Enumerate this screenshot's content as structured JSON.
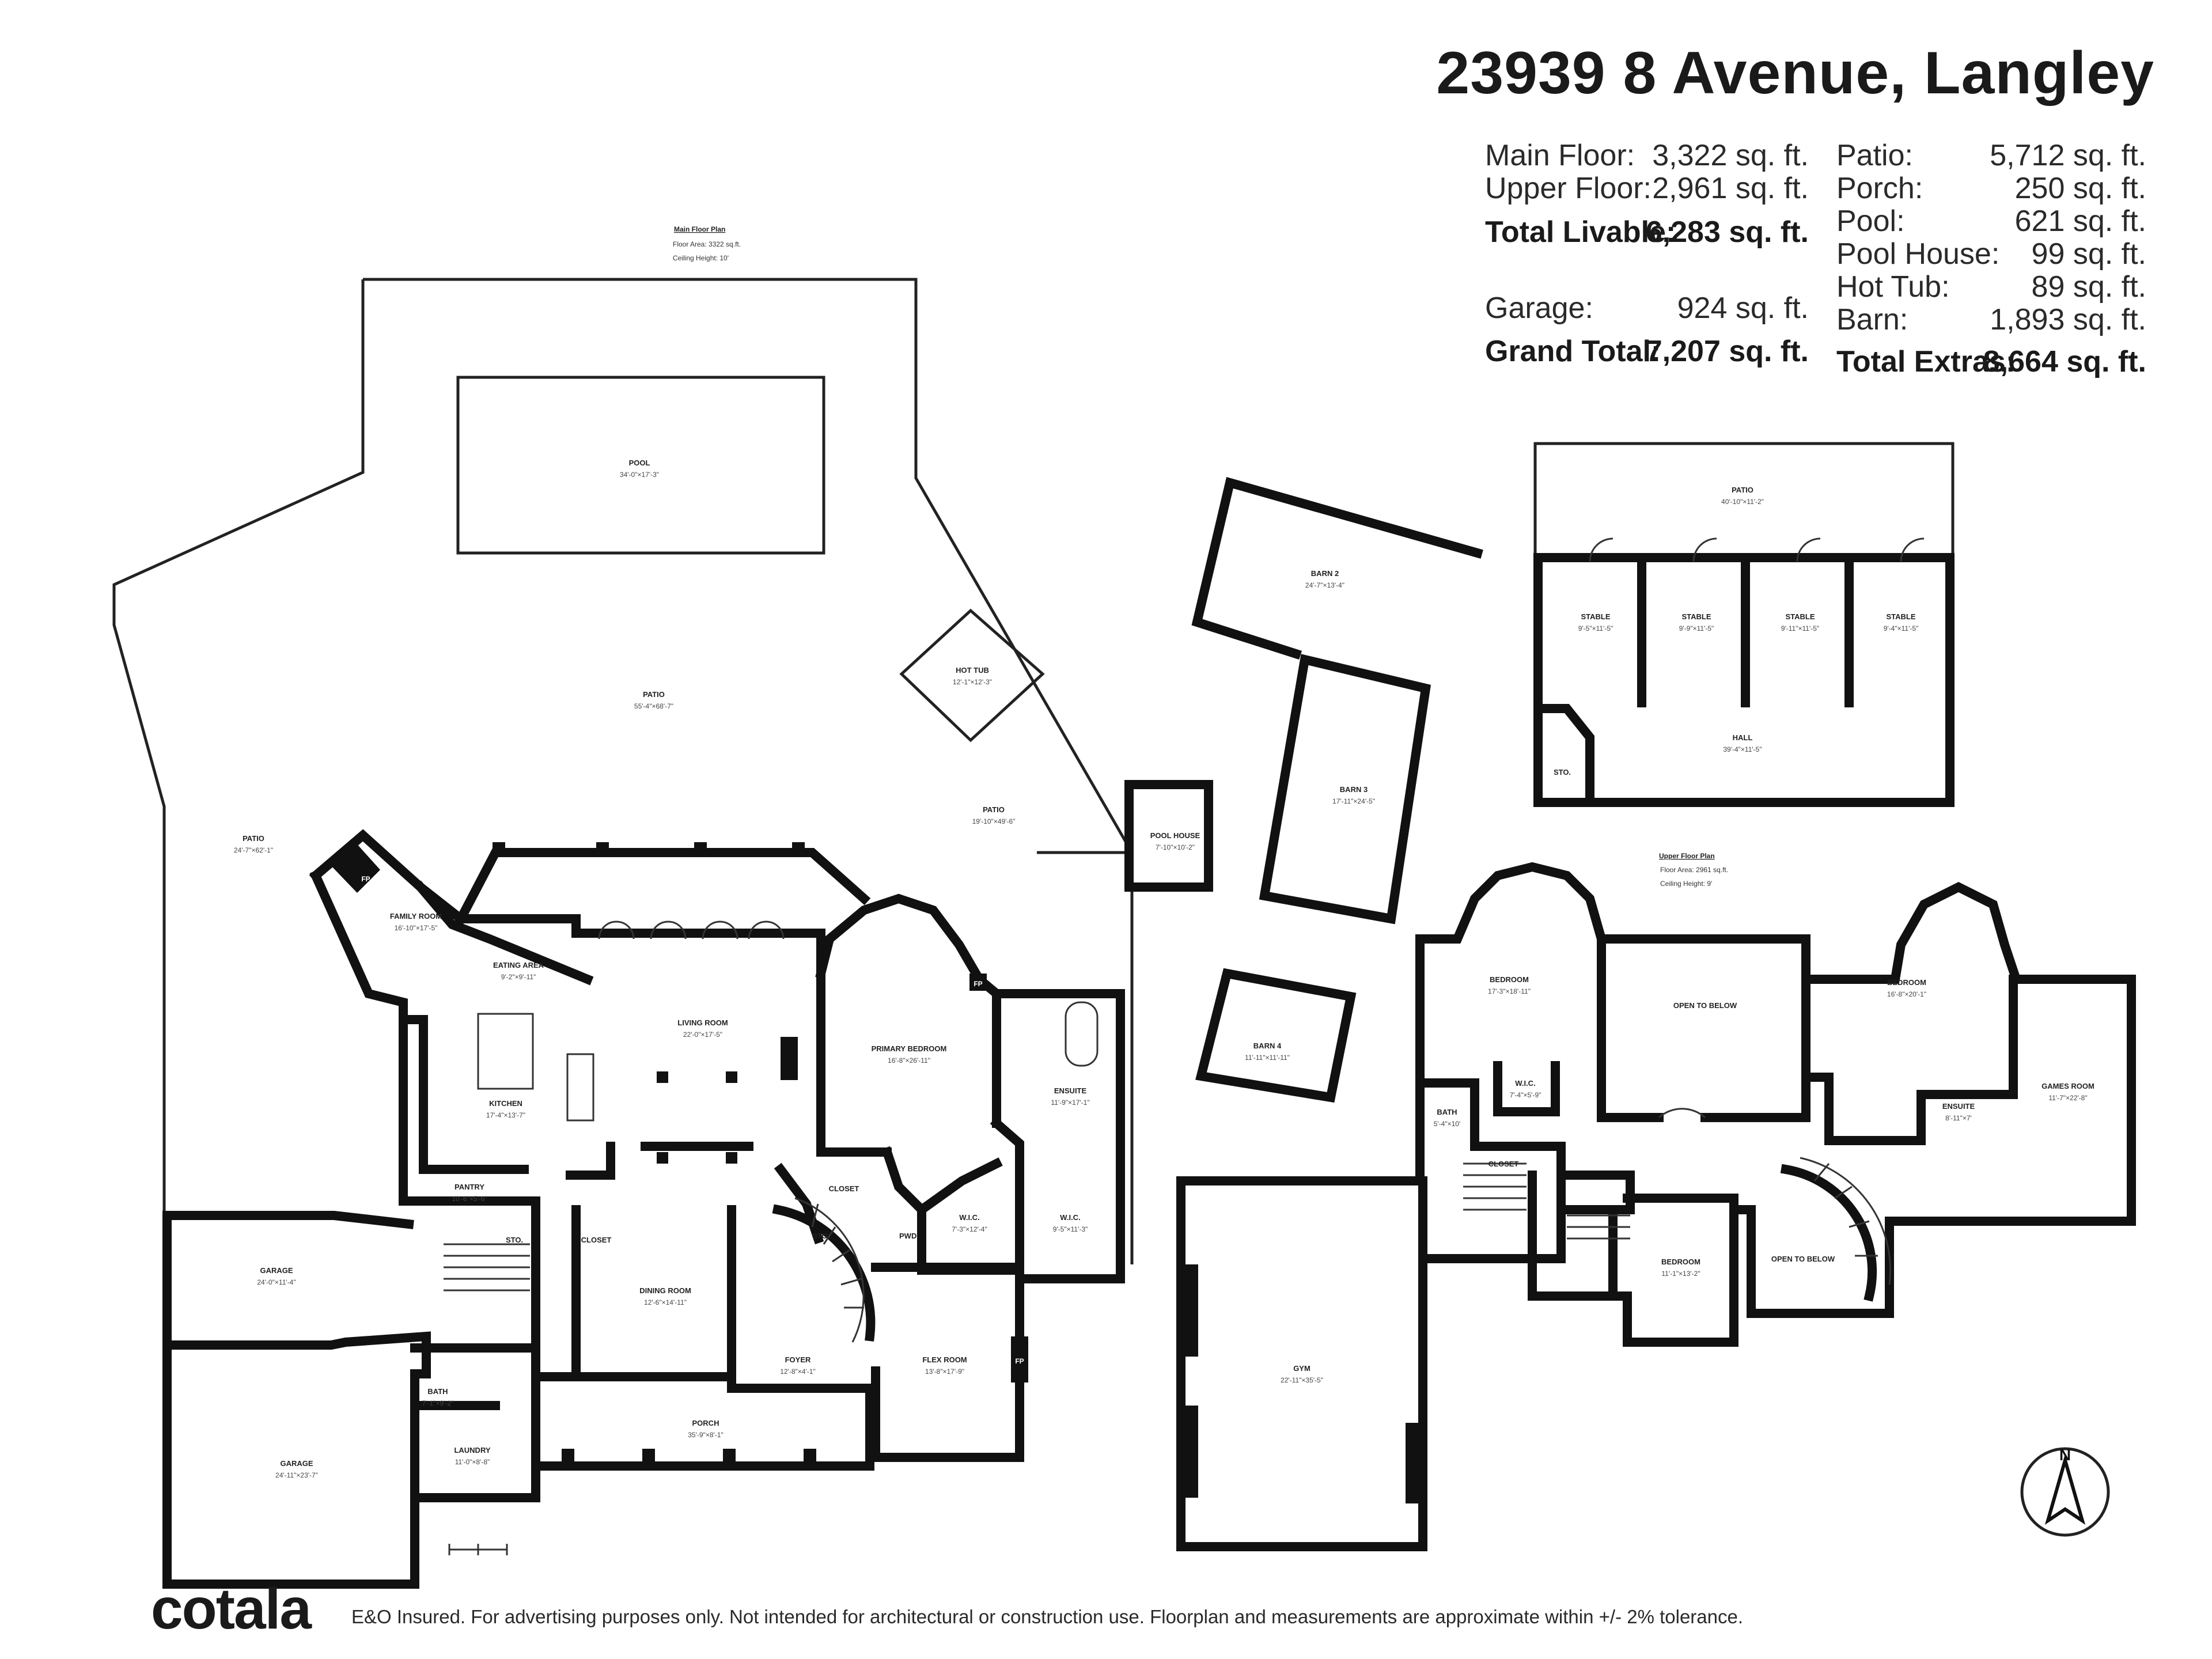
{
  "header": {
    "address": "23939 8 Avenue, Langley"
  },
  "areas": {
    "main_floor": {
      "label": "Main Floor:",
      "value": "3,322 sq. ft."
    },
    "upper_floor": {
      "label": "Upper Floor:",
      "value": "2,961 sq. ft."
    },
    "total_livable": {
      "label": "Total Livable:",
      "value": "6,283 sq. ft."
    },
    "garage": {
      "label": "Garage:",
      "value": "924 sq. ft."
    },
    "grand_total": {
      "label": "Grand Total:",
      "value": "7,207 sq. ft."
    },
    "patio": {
      "label": "Patio:",
      "value": "5,712 sq. ft."
    },
    "porch": {
      "label": "Porch:",
      "value": "250 sq. ft."
    },
    "pool": {
      "label": "Pool:",
      "value": "621 sq. ft."
    },
    "pool_house": {
      "label": "Pool House:",
      "value": "99 sq. ft."
    },
    "hot_tub": {
      "label": "Hot Tub:",
      "value": "89 sq. ft."
    },
    "barn": {
      "label": "Barn:",
      "value": "1,893 sq. ft."
    },
    "total_extras": {
      "label": "Total Extras:",
      "value": "8,664 sq. ft."
    }
  },
  "main_floor_plan": {
    "title": "Main Floor Plan",
    "floor_area": "Floor Area: 3322 sq.ft.",
    "ceiling_height": "Ceiling Height: 10'"
  },
  "upper_floor_plan": {
    "title": "Upper Floor Plan",
    "floor_area": "Floor Area: 2961 sq.ft.",
    "ceiling_height": "Ceiling Height: 9'"
  },
  "rooms": {
    "pool": {
      "name": "POOL",
      "dim": "34'-0\"×17'-3\""
    },
    "patio_main": {
      "name": "PATIO",
      "dim": "55'-4\"×68'-7\""
    },
    "hot_tub": {
      "name": "HOT TUB",
      "dim": "12'-1\"×12'-3\""
    },
    "patio_left": {
      "name": "PATIO",
      "dim": "24'-7\"×62'-1\""
    },
    "patio_right": {
      "name": "PATIO",
      "dim": "19'-10\"×49'-6\""
    },
    "pool_house": {
      "name": "POOL HOUSE",
      "dim": "7'-10\"×10'-2\""
    },
    "family_room": {
      "name": "FAMILY ROOM",
      "dim": "16'-10\"×17'-5\""
    },
    "eating_area": {
      "name": "EATING AREA",
      "dim": "9'-2\"×9'-11\""
    },
    "living_room": {
      "name": "LIVING ROOM",
      "dim": "22'-0\"×17'-5\""
    },
    "kitchen": {
      "name": "KITCHEN",
      "dim": "17'-4\"×13'-7\""
    },
    "primary_bedroom": {
      "name": "PRIMARY BEDROOM",
      "dim": "16'-8\"×26'-11\""
    },
    "ensuite_main": {
      "name": "ENSUITE",
      "dim": "11'-9\"×17'-1\""
    },
    "pantry": {
      "name": "PANTRY",
      "dim": "10'-6\"×5'-6\""
    },
    "sto_main": {
      "name": "STO.",
      "dim": ""
    },
    "closet_a": {
      "name": "CLOSET",
      "dim": ""
    },
    "closet_b": {
      "name": "CLOSET",
      "dim": ""
    },
    "pwd": {
      "name": "PWD.",
      "dim": ""
    },
    "wic_a": {
      "name": "W.I.C.",
      "dim": "7'-3\"×12'-4\""
    },
    "wic_b": {
      "name": "W.I.C.",
      "dim": "9'-5\"×11'-3\""
    },
    "garage_upper": {
      "name": "GARAGE",
      "dim": "24'-0\"×11'-4\""
    },
    "garage_lower": {
      "name": "GARAGE",
      "dim": "24'-11\"×23'-7\""
    },
    "dining_room": {
      "name": "DINING ROOM",
      "dim": "12'-6\"×14'-11\""
    },
    "sto_stair": {
      "name": "STO.",
      "dim": ""
    },
    "foyer": {
      "name": "FOYER",
      "dim": "12'-8\"×4'-1\""
    },
    "flex_room": {
      "name": "FLEX ROOM",
      "dim": "13'-8\"×17'-9\""
    },
    "bath_main": {
      "name": "BATH",
      "dim": "7'-1\"×9'-2\""
    },
    "laundry": {
      "name": "LAUNDRY",
      "dim": "11'-0\"×8'-8\""
    },
    "porch": {
      "name": "PORCH",
      "dim": "35'-9\"×8'-1\""
    },
    "barn2": {
      "name": "BARN 2",
      "dim": "24'-7\"×13'-4\""
    },
    "barn3": {
      "name": "BARN 3",
      "dim": "17'-11\"×24'-5\""
    },
    "barn4": {
      "name": "BARN 4",
      "dim": "11'-11\"×11'-11\""
    },
    "patio_barn": {
      "name": "PATIO",
      "dim": "40'-10\"×11'-2\""
    },
    "stable1": {
      "name": "STABLE",
      "dim": "9'-5\"×11'-5\""
    },
    "stable2": {
      "name": "STABLE",
      "dim": "9'-9\"×11'-5\""
    },
    "stable3": {
      "name": "STABLE",
      "dim": "9'-11\"×11'-5\""
    },
    "stable4": {
      "name": "STABLE",
      "dim": "9'-4\"×11'-5\""
    },
    "hall": {
      "name": "HALL",
      "dim": "39'-4\"×11'-5\""
    },
    "sto_barn": {
      "name": "STO.",
      "dim": ""
    },
    "bedroom_ul": {
      "name": "BEDROOM",
      "dim": "17'-3\"×18'-11\""
    },
    "open_below_1": {
      "name": "OPEN TO BELOW",
      "dim": ""
    },
    "bedroom_ur": {
      "name": "BEDROOM",
      "dim": "16'-8\"×20'-1\""
    },
    "games_room": {
      "name": "GAMES ROOM",
      "dim": "11'-7\"×22'-8\""
    },
    "wic_upper": {
      "name": "W.I.C.",
      "dim": "7'-4\"×5'-9\""
    },
    "bath_upper": {
      "name": "BATH",
      "dim": "5'-4\"×10'"
    },
    "ensuite_upper": {
      "name": "ENSUITE",
      "dim": "8'-11\"×7'"
    },
    "closet_upper": {
      "name": "CLOSET",
      "dim": ""
    },
    "bedroom_lower": {
      "name": "BEDROOM",
      "dim": "11'-1\"×13'-2\""
    },
    "open_below_2": {
      "name": "OPEN TO BELOW",
      "dim": ""
    },
    "gym": {
      "name": "GYM",
      "dim": "22'-11\"×35'-5\""
    }
  },
  "fireplace_label": "FP",
  "compass": {
    "letter": "N"
  },
  "footer": {
    "brand": "cotala",
    "disclaimer": "E&O Insured. For advertising purposes only. Not intended for architectural or construction use. Floorplan and measurements are approximate within +/- 2% tolerance."
  }
}
